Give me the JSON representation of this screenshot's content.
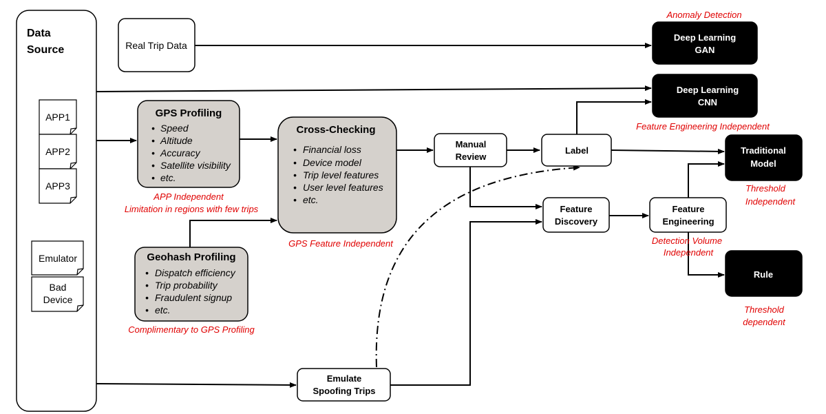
{
  "nodes": {
    "data_source": {
      "line1": "Data",
      "line2": "Source"
    },
    "app1": "APP1",
    "app2": "APP2",
    "app3": "APP3",
    "emulator": "Emulator",
    "bad_device": {
      "line1": "Bad",
      "line2": "Device"
    },
    "real_trip": "Real Trip Data",
    "gps_profiling": {
      "title": "GPS Profiling",
      "items": [
        "Speed",
        "Altitude",
        "Accuracy",
        "Satellite visibility",
        "etc."
      ]
    },
    "geohash_profiling": {
      "title": "Geohash Profiling",
      "items": [
        "Dispatch efficiency",
        "Trip probability",
        "Fraudulent signup",
        "etc."
      ]
    },
    "cross_checking": {
      "title": "Cross-Checking",
      "items": [
        "Financial loss",
        "Device model",
        "Trip level features",
        "User level features",
        "etc."
      ]
    },
    "manual_review": {
      "line1": "Manual",
      "line2": "Review"
    },
    "label": "Label",
    "feature_discovery": {
      "line1": "Feature",
      "line2": "Discovery"
    },
    "feature_engineering": {
      "line1": "Feature",
      "line2": "Engineering"
    },
    "emulate": {
      "line1": "Emulate",
      "line2": "Spoofing Trips"
    },
    "dl_gan": {
      "line1": "Deep Learning",
      "line2": "GAN"
    },
    "dl_cnn": {
      "line1": "Deep Learning",
      "line2": "CNN"
    },
    "traditional": {
      "line1": "Traditional",
      "line2": "Model"
    },
    "rule": "Rule"
  },
  "annotations": {
    "anomaly": "Anomaly Detection",
    "feat_eng_indep": "Feature  Engineering Independent",
    "app_indep": {
      "line1": "APP Independent",
      "line2": "Limitation in regions with few trips"
    },
    "gps_feat_indep": "GPS Feature Independent",
    "complimentary": "Complimentary to GPS Profiling",
    "detection_vol": {
      "line1": "Detection Volume",
      "line2": "Independent"
    },
    "threshold_indep": {
      "line1": "Threshold",
      "line2": "Independent"
    },
    "threshold_dep": {
      "line1": "Threshold",
      "line2": "dependent"
    }
  },
  "colors": {
    "annotation": "#e00000",
    "gray_box": "#d5d1cc",
    "dark_box": "#000000"
  }
}
